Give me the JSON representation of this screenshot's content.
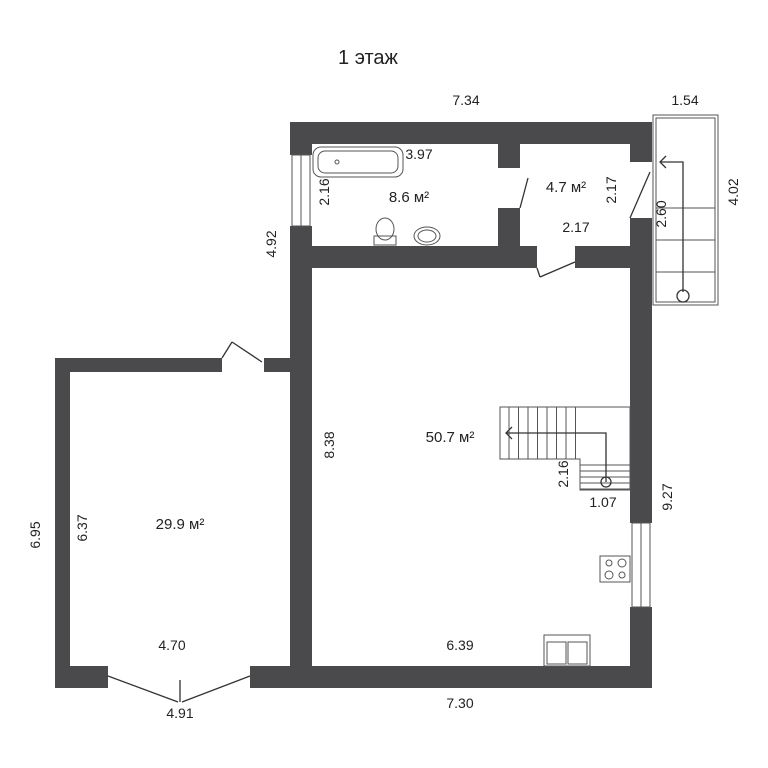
{
  "title": "1 этаж",
  "rooms": [
    {
      "name": "bathroom",
      "area": "8.6 м²"
    },
    {
      "name": "small-room",
      "area": "4.7 м²"
    },
    {
      "name": "main-hall",
      "area": "50.7 м²"
    },
    {
      "name": "left-room",
      "area": "29.9 м²"
    }
  ],
  "dimensions": {
    "top_width": "7.34",
    "stairs_width": "1.54",
    "bath_length": "3.97",
    "bath_depth": "2.16",
    "small_room_height": "2.17",
    "small_room_width": "2.17",
    "stairs_inner": "2.60",
    "stairs_length": "4.02",
    "left_upper_height": "4.92",
    "hall_height": "8.38",
    "stair_run": "2.16",
    "stair_width": "1.07",
    "right_height": "9.27",
    "left_room_outer_height": "6.95",
    "left_room_inner_height": "6.37",
    "left_room_inner_width": "4.70",
    "left_room_outer_width": "4.91",
    "hall_inner_width": "6.39",
    "bottom_width": "7.30"
  },
  "colors": {
    "wall": "#4a4a4c",
    "background": "#ffffff"
  }
}
